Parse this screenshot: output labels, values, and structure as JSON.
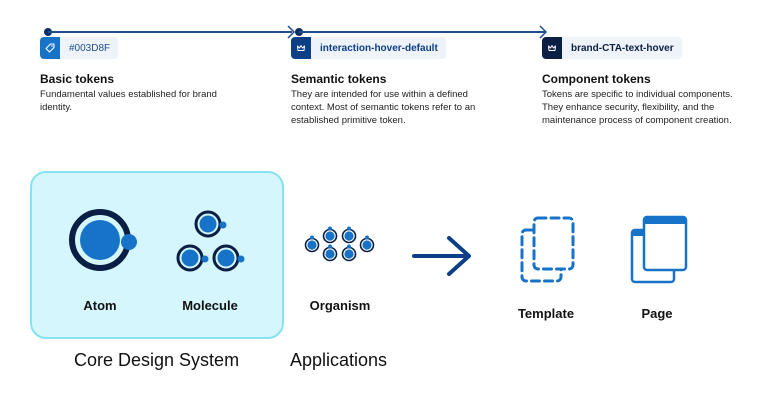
{
  "colors": {
    "primary": "#003D8F",
    "accent_blue": "#1773C8",
    "dark_navy": "#0B1F45",
    "core_bg": "#D5F6FC",
    "core_border": "#86E2F3"
  },
  "tokens": [
    {
      "chip_icon": "tag-icon",
      "chip_text": "#003D8F",
      "title": "Basic tokens",
      "description": "Fundamental values established for brand identity."
    },
    {
      "chip_icon": "crown-icon",
      "chip_text": "interaction-hover-default",
      "title": "Semantic tokens",
      "description": "They are intended for use within a defined context. Most of semantic tokens refer to an established primitive token."
    },
    {
      "chip_icon": "crown-icon",
      "chip_text": "brand-CTA-text-hover",
      "title": "Component tokens",
      "description": "Tokens are specific to individual components. They enhance security, flexibility, and the maintenance process of component creation."
    }
  ],
  "nodes": {
    "atom": "Atom",
    "molecule": "Molecule",
    "organism": "Organism",
    "template": "Template",
    "page": "Page"
  },
  "groups": {
    "core": "Core Design System",
    "applications": "Applications"
  }
}
